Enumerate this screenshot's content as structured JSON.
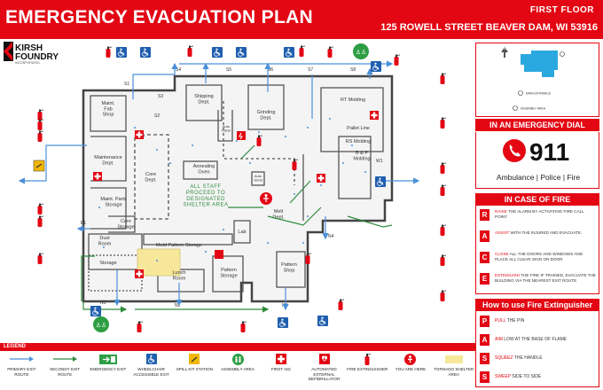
{
  "header": {
    "title": "EMERGENCY EVACUATION PLAN",
    "floor": "FIRST FLOOR",
    "address": "125 ROWELL STREET BEAVER DAM, WI 53916"
  },
  "logo": {
    "line1": "KIRSH",
    "line2": "FOUNDRY",
    "tagline": "INCORPORATED"
  },
  "rooms": {
    "maint_fab": "Maint.\nFab\nShop",
    "shipping": "Shipping\nDept.",
    "grinding": "Grinding\nDept.",
    "rt_molding": "RT Molding",
    "pallet_line": "Pallet Line",
    "rs_molding": "RS Molding",
    "maintenance": "Maintenance\nDept.",
    "core": "Core\nDept.",
    "annealing": "Annealing\nOven",
    "auto_label": "Auto\nLabel",
    "auto_grind": "Auto\nGrind",
    "bp_molding": "B & P\nMolding",
    "maint_parts": "Maint. Parts\nStorage",
    "core_storage": "Core\nStorage",
    "melt": "Melt\nDept.",
    "dust_room": "Dust\nRoom",
    "mold_pattern": "Mold Pattern Storage",
    "lab": "Lab",
    "storage": "Storage",
    "lunch": "Lunch\nRoom",
    "pattern_storage": "Pattern\nStorage",
    "pattern_shop": "Pattern\nShop",
    "shelter_note": "ALL STAFF\nPROCEED TO\nDESIGNATED\nSHELTER AREA"
  },
  "exit_codes": [
    "S1",
    "S2",
    "S3",
    "S4",
    "S5",
    "S6",
    "S7",
    "S8",
    "W1",
    "E1",
    "N1",
    "N2",
    "N3",
    "N4"
  ],
  "legend": {
    "title": "LEGEND",
    "items": [
      {
        "icon": "primary-exit-route-icon",
        "label": "PRIMARY EXIT ROUTE"
      },
      {
        "icon": "secondary-exit-route-icon",
        "label": "SECONDY EXIT ROUTE"
      },
      {
        "icon": "emergency-exit-icon",
        "label": "EMERGENCY EXIT"
      },
      {
        "icon": "wheelchair-icon",
        "label": "WHEELCHAIR ACCESSIBLE EXIT"
      },
      {
        "icon": "spill-kit-icon",
        "label": "SPILL KIT STATION"
      },
      {
        "icon": "assembly-area-icon",
        "label": "ASSEMBLY AREA"
      },
      {
        "icon": "first-aid-icon",
        "label": "FIRST AID"
      },
      {
        "icon": "aed-icon",
        "label": "AUTOMATED EXTERNAL DEFIBRILLATOR"
      },
      {
        "icon": "fire-extinguisher-icon",
        "label": "FIRE EXTINGUISHER"
      },
      {
        "icon": "you-are-here-icon",
        "label": "YOU ARE HERE"
      },
      {
        "icon": "tornado-shelter-icon",
        "label": "TORNADO SHELTER AREA"
      }
    ]
  },
  "site_map": {
    "main_entrance": "MAIN ENTRANCE",
    "assembly_area": "ASSEMBLY AREA"
  },
  "emergency": {
    "title": "IN AN EMERGENCY DIAL",
    "number": "911",
    "services": "Ambulance | Police | Fire"
  },
  "fire": {
    "title": "IN CASE OF FIRE",
    "steps": [
      {
        "letter": "R",
        "keyword": "RAISE",
        "text": " THE ALARM BY ACTIVATING FIRE CALL POINT"
      },
      {
        "letter": "A",
        "keyword": "ASSIST",
        "text": " WITH THE INJURED AND EVACUATE."
      },
      {
        "letter": "C",
        "keyword": "CLOSE",
        "text": " ALL THE DOORS AND WINDOWS AND PLACE ALL CLEAR SIGN ON DOOR"
      },
      {
        "letter": "E",
        "keyword": "EXTINGUISH",
        "text": " THE FIRE IF TRAINED, EVACUATE THE BUILDING VIA THE NEAREST EXIT ROUTE"
      }
    ]
  },
  "extinguisher": {
    "title": "How to use Fire Extinguisher",
    "steps": [
      {
        "letter": "P",
        "keyword": "PULL",
        "text": " THE PIN"
      },
      {
        "letter": "A",
        "keyword": "AIM",
        "text": " LOW AT THE BASE OF FLAME"
      },
      {
        "letter": "S",
        "keyword": "SQUEEZ",
        "text": " THE HANDLE"
      },
      {
        "letter": "S",
        "keyword": "SWEEP",
        "text": " SIDE TO SIDE"
      }
    ]
  },
  "colors": {
    "brand_red": "#e30613",
    "primary_route": "#4a90d9",
    "secondary_route": "#2e8b3e",
    "wheelchair_blue": "#1f5fae",
    "shelter_yellow": "#f7e79a",
    "assembly_green": "#2e9e44"
  }
}
